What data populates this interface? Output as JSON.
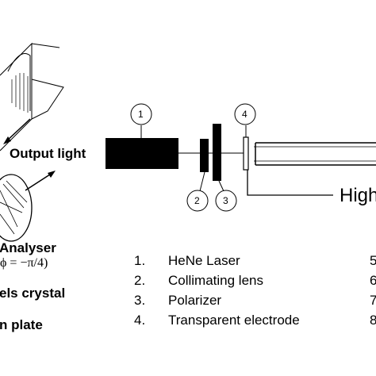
{
  "labels": {
    "output_light": "Output light",
    "analyser": "Analyser",
    "phi_formula": "ϕ = −π/4)",
    "crystal": "els crystal",
    "plate": "n plate",
    "high": "High"
  },
  "callouts": [
    "1",
    "2",
    "3",
    "4"
  ],
  "parts_list": [
    {
      "num": "1.",
      "name": "HeNe Laser",
      "right": "5"
    },
    {
      "num": "2.",
      "name": "Collimating lens",
      "right": "6"
    },
    {
      "num": "3.",
      "name": "Polarizer",
      "right": "7"
    },
    {
      "num": "4.",
      "name": "Transparent electrode",
      "right": "8"
    }
  ]
}
